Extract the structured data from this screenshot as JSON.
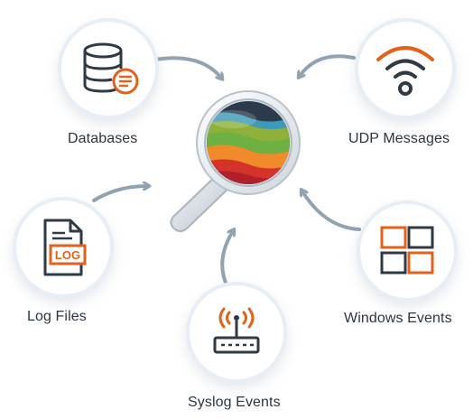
{
  "sources": [
    {
      "id": "databases",
      "label": "Databases",
      "icon": "database-icon"
    },
    {
      "id": "udp",
      "label": "UDP Messages",
      "icon": "wifi-signal-icon"
    },
    {
      "id": "logfiles",
      "label": "Log Files",
      "icon": "log-file-icon",
      "icon_text": "LOG"
    },
    {
      "id": "windows",
      "label": "Windows Events",
      "icon": "windows-logo-icon"
    },
    {
      "id": "syslog",
      "label": "Syslog Events",
      "icon": "router-icon"
    }
  ],
  "center": {
    "icon": "magnifying-glass-icon"
  },
  "colors": {
    "accent": "#e2621b",
    "icon_dark": "#2f3a45",
    "arrow": "#8fa3b3",
    "ring": "#e7eef6"
  }
}
